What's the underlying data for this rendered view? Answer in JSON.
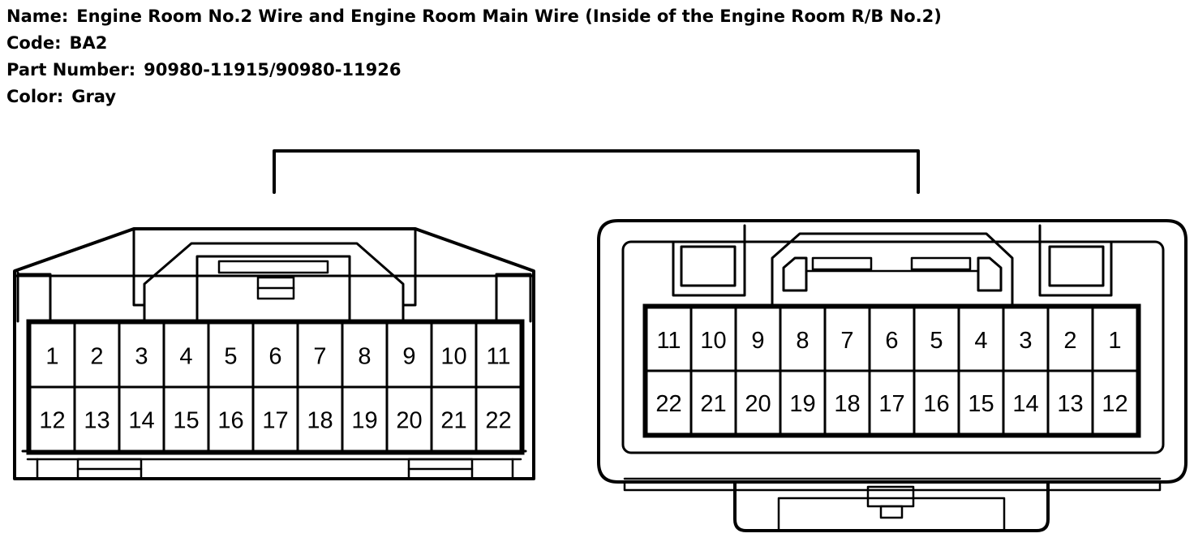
{
  "info": {
    "name_label": "Name:",
    "name_value": "Engine Room No.2 Wire and Engine Room Main Wire (Inside of the Engine Room R/B No.2)",
    "code_label": "Code:",
    "code_value": "BA2",
    "part_label": "Part Number:",
    "part_value": "90980-11915/90980-11926",
    "color_label": "Color:",
    "color_value": "Gray"
  },
  "connectors": {
    "left": {
      "top_row": [
        "1",
        "2",
        "3",
        "4",
        "5",
        "6",
        "7",
        "8",
        "9",
        "10",
        "11"
      ],
      "bottom_row": [
        "12",
        "13",
        "14",
        "15",
        "16",
        "17",
        "18",
        "19",
        "20",
        "21",
        "22"
      ]
    },
    "right": {
      "top_row": [
        "11",
        "10",
        "9",
        "8",
        "7",
        "6",
        "5",
        "4",
        "3",
        "2",
        "1"
      ],
      "bottom_row": [
        "22",
        "21",
        "20",
        "19",
        "18",
        "17",
        "16",
        "15",
        "14",
        "13",
        "12"
      ]
    }
  }
}
